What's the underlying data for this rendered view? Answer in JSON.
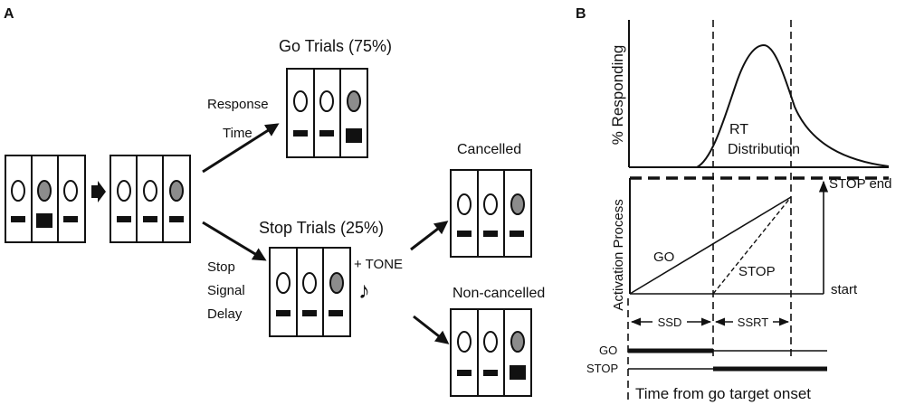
{
  "panel_a": {
    "label": "A",
    "go_trials_title": "Go Trials (75%)",
    "response_label_1": "Response",
    "response_label_2": "Time",
    "stop_trials_title": "Stop Trials (25%)",
    "stop_label_1": "Stop",
    "stop_label_2": "Signal",
    "stop_label_3": "Delay",
    "tone_label": "+ TONE",
    "note_glyph": "♪",
    "cancelled_label": "Cancelled",
    "noncancelled_label": "Non-cancelled",
    "colors": {
      "gray_circle": "#8c8c8c",
      "ink": "#111111"
    }
  },
  "panel_b": {
    "label": "B",
    "y_label_top": "% Responding",
    "rt_label_1": "RT",
    "rt_label_2": "Distribution",
    "y_label_bottom": "Activation Process",
    "go_line_label": "GO",
    "stop_line_label": "STOP",
    "stop_end_label": "STOP end",
    "start_label": "start",
    "ssd_label": "SSD",
    "ssrt_label": "SSRT",
    "go_track_label": "GO",
    "stop_track_label": "STOP",
    "x_axis_label": "Time from go target onset"
  }
}
